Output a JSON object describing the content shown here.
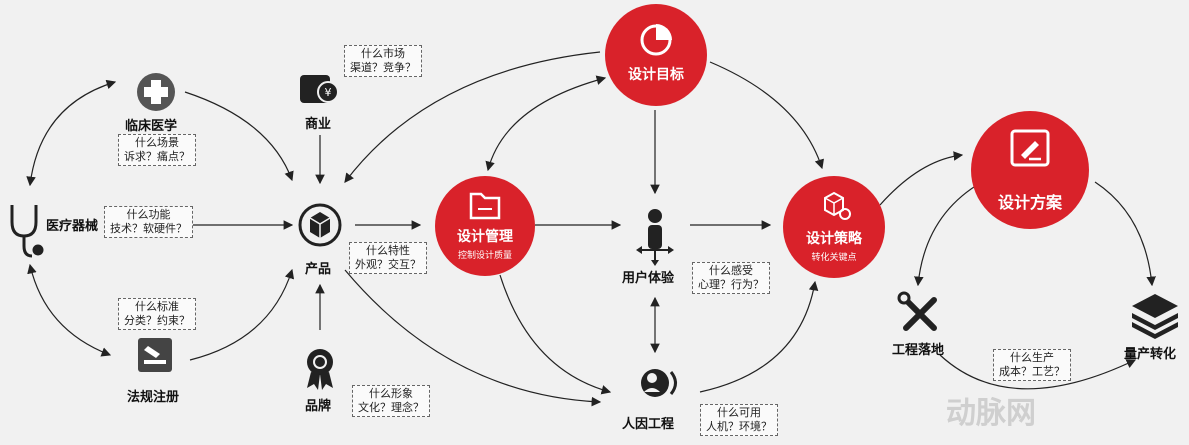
{
  "nodes": {
    "clinical": "临床医学",
    "device": "医疗器械",
    "regulation": "法规注册",
    "business": "商业",
    "product": "产品",
    "brand": "品牌",
    "design_goal": "设计目标",
    "design_mgmt": "设计管理",
    "design_mgmt_sub": "控制设计质量",
    "ux": "用户体验",
    "ergonomics": "人因工程",
    "design_strategy": "设计策略",
    "design_strategy_sub": "转化关键点",
    "design_plan": "设计方案",
    "engineering": "工程落地",
    "mass_production": "量产转化"
  },
  "questions": {
    "clinical": [
      "什么场景",
      "诉求？痛点？"
    ],
    "function": [
      "什么功能",
      "技术？软硬件？"
    ],
    "standard": [
      "什么标准",
      "分类？约束？"
    ],
    "market": [
      "什么市场",
      "渠道？竞争？"
    ],
    "feature": [
      "什么特性",
      "外观？交互？"
    ],
    "image": [
      "什么形象",
      "文化？理念？"
    ],
    "feeling": [
      "什么感受",
      "心理？行为？"
    ],
    "usable": [
      "什么可用",
      "人机？环境？"
    ],
    "production": [
      "什么生产",
      "成本？工艺？"
    ]
  },
  "watermark": "动脉网",
  "colors": {
    "accent": "#d9222a",
    "text": "#111111",
    "line": "#222222"
  }
}
